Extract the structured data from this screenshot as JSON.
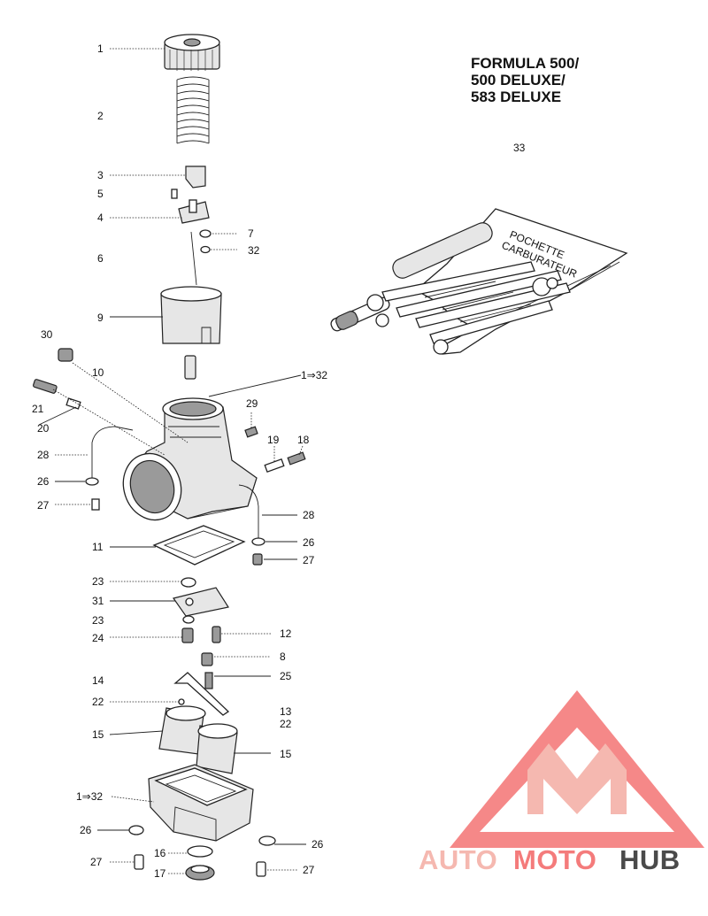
{
  "title": {
    "line1": "FORMULA 500/",
    "line2": "500 DELUXE/",
    "line3": "583 DELUXE"
  },
  "callouts": {
    "c1": "1",
    "c2": "2",
    "c3": "3",
    "c5": "5",
    "c4": "4",
    "c7": "7",
    "c32": "32",
    "c6": "6",
    "c9": "9",
    "c30": "30",
    "c10": "10",
    "c1to32_top": "1⇒32",
    "c21": "21",
    "c20": "20",
    "c29": "29",
    "c19": "19",
    "c18": "18",
    "c28_left": "28",
    "c26_left": "26",
    "c27_left": "27",
    "c28_right": "28",
    "c26_right": "26",
    "c27_right": "27",
    "c11": "11",
    "c23_a": "23",
    "c31": "31",
    "c23_b": "23",
    "c24": "24",
    "c12": "12",
    "c8": "8",
    "c14": "14",
    "c25": "25",
    "c22_left": "22",
    "c13": "13",
    "c22_right": "22",
    "c15_left": "15",
    "c15_right": "15",
    "c1to32_bottom": "1⇒32",
    "c26_bl": "26",
    "c26_br": "26",
    "c16": "16",
    "c27_bl": "27",
    "c17": "17",
    "c27_br": "27",
    "c33": "33"
  },
  "tool_kit_text": {
    "line1": "POCHETTE",
    "line2": "CARBURATEUR"
  },
  "watermark": {
    "part1": "AUTO",
    "part2": "MOTO",
    "part3": "HUB",
    "color_main": "#f47b7b",
    "color_light": "#f5b8b0",
    "color_hub": "#4a4a4a"
  }
}
